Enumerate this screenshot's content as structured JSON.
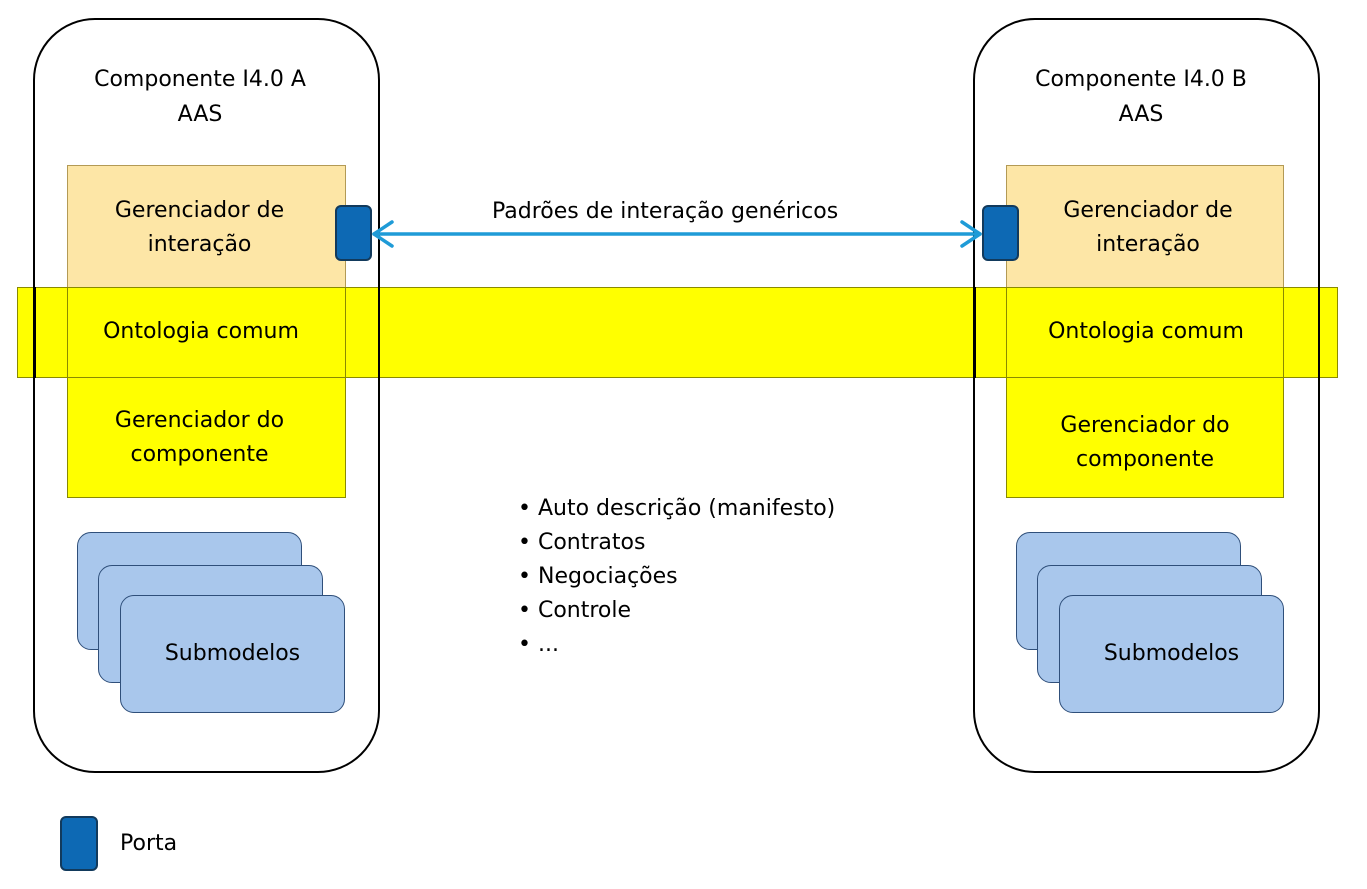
{
  "left": {
    "title_line1": "Componente I4.0 A",
    "title_line2": "AAS",
    "interaction_manager": "Gerenciador de\ninteração",
    "ontology": "Ontologia comum",
    "component_manager": "Gerenciador do\ncomponente",
    "submodels": "Submodelos"
  },
  "right": {
    "title_line1": "Componente I4.0 B",
    "title_line2": "AAS",
    "interaction_manager": "Gerenciador de\ninteração",
    "ontology": "Ontologia comum",
    "component_manager": "Gerenciador do\ncomponente",
    "submodels": "Submodelos"
  },
  "arrow_label": "Padrões de interação genéricos",
  "bullets": [
    "Auto descrição (manifesto)",
    "Contratos",
    "Negociações",
    "Controle",
    "..."
  ],
  "legend": {
    "label": "Porta",
    "icon": "port-square-icon"
  },
  "colors": {
    "interaction_manager": "#fde6a6",
    "ontology_band": "#ffff00",
    "submodel": "#a9c7ec",
    "port": "#0d69b4",
    "arrow": "#1f9bd7"
  }
}
